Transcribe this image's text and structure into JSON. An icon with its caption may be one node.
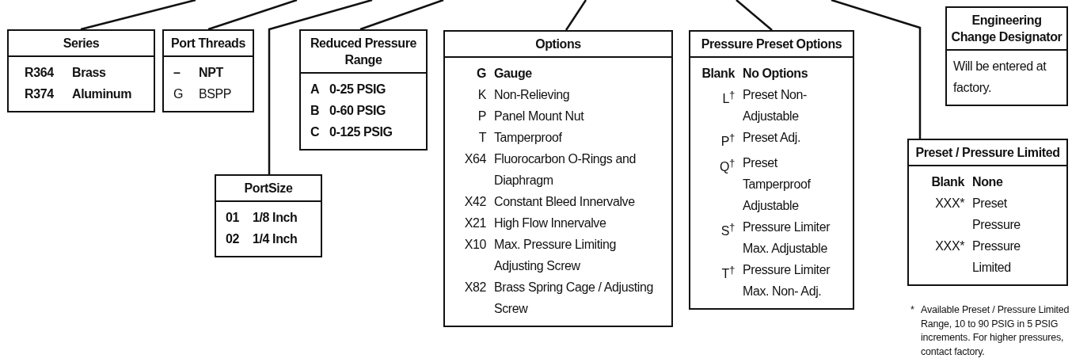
{
  "diagram": {
    "nodes": [
      {
        "text": [
          "Series",
          "R364",
          "Brass",
          "R374",
          "Aluminum"
        ]
      },
      {
        "text": [
          "Port Threads",
          "–",
          "NPT",
          "G",
          "BSPP"
        ]
      },
      {
        "text": [
          "PortSize",
          "01",
          "1/8 Inch",
          "02",
          "1/4 Inch"
        ]
      },
      {
        "text": [
          "Reduced Pressure Range",
          "A",
          "0-25 PSIG",
          "B",
          "0-60 PSIG",
          "C",
          "0-125 PSIG"
        ]
      },
      {
        "text": [
          "Options",
          "G",
          "Gauge",
          "K",
          "Non-Relieving",
          "P",
          "Panel Mount Nut",
          "T",
          "Tamperproof",
          "X64",
          "Fluorocarbon O-Rings and Diaphragm",
          "X42",
          "Constant Bleed Innervalve",
          "X21",
          "High Flow Innervalve",
          "X10",
          "Max. Pressure Limiting Adjusting Screw",
          "X82",
          "Brass Spring Cage / Adjusting Screw"
        ]
      },
      {
        "text": [
          "Pressure Preset Options",
          "Blank",
          "No Options",
          "L$^{†}$",
          "Preset Non-Adjustable",
          "P$^{†}$",
          "Preset Adj.",
          "Q$^{†}$",
          "Preset Tamperproof Adjustable",
          "S$^{†}$",
          "Pressure Limiter Max. Adjustable",
          "T$^{†}$",
          "Pressure Limiter Max. Non- Adj."
        ]
      },
      {
        "text": [
          "Engineering Change Designator",
          "Will be entered at factory."
        ]
      },
      {
        "text": [
          "Preset / Pressure Limited",
          "Blank",
          "None",
          "XXX*",
          "Preset Pressure",
          "XXX*",
          "Pressure Limited"
        ]
      }
    ],
    "edges": [
      {
        "from": null,
        "to": 0,
        "arrow": "none"
      },
      {
        "from": null,
        "to": 1,
        "arrow": "none"
      },
      {
        "from": null,
        "to": 2,
        "arrow": "none"
      },
      {
        "from": null,
        "to": 3,
        "arrow": "none"
      },
      {
        "from": null,
        "to": 4,
        "arrow": "none"
      },
      {
        "from": null,
        "to": 5,
        "arrow": "none"
      },
      {
        "from": null,
        "to": 7,
        "arrow": "none"
      }
    ],
    "labels": [
      "*",
      "Available Preset / Pressure Limited Range, 10 to 90 PSIG in 5 PSIG increments. For higher pressures, contact factory."
    ]
  }
}
